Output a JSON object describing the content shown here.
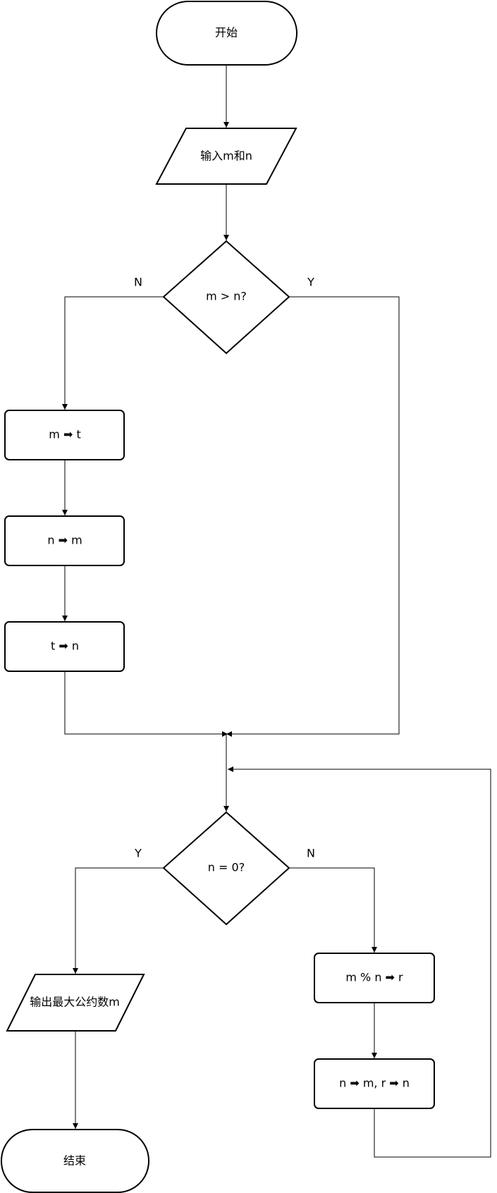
{
  "nodes": {
    "start": "开始",
    "input": "输入m和n",
    "decision1": "m > n?",
    "step_m_t": "m ➡ t",
    "step_n_m": "n ➡ m",
    "step_t_n": "t ➡ n",
    "decision2": "n = 0?",
    "output": "输出最大公约数m",
    "step_mod": "m % n ➡ r",
    "step_swap": "n ➡ m, r ➡ n",
    "end": "结束"
  },
  "edge_labels": {
    "d1_no": "N",
    "d1_yes": "Y",
    "d2_yes": "Y",
    "d2_no": "N"
  }
}
